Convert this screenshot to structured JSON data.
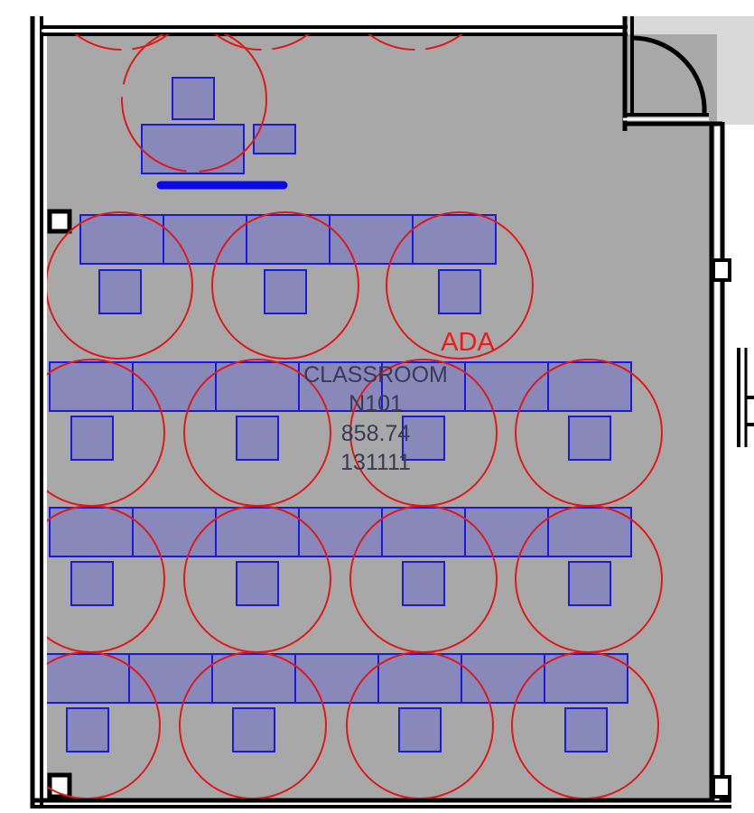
{
  "room": {
    "type_label": "CLASSROOM",
    "number": "N101",
    "area": "858.74",
    "code": "131111"
  },
  "ada_label": "ADA",
  "colors": {
    "floor": "#a8a8a8",
    "wall": "#000000",
    "furniture_fill": "#8888bb",
    "furniture_stroke": "#1a1adf",
    "clearance_circle": "#e01818",
    "ada_text": "#ee1a1a",
    "whiteboard": "#0a0ae6",
    "exterior": "#d9d9d9"
  },
  "icons": [
    "door-swing-icon",
    "column-icon"
  ]
}
